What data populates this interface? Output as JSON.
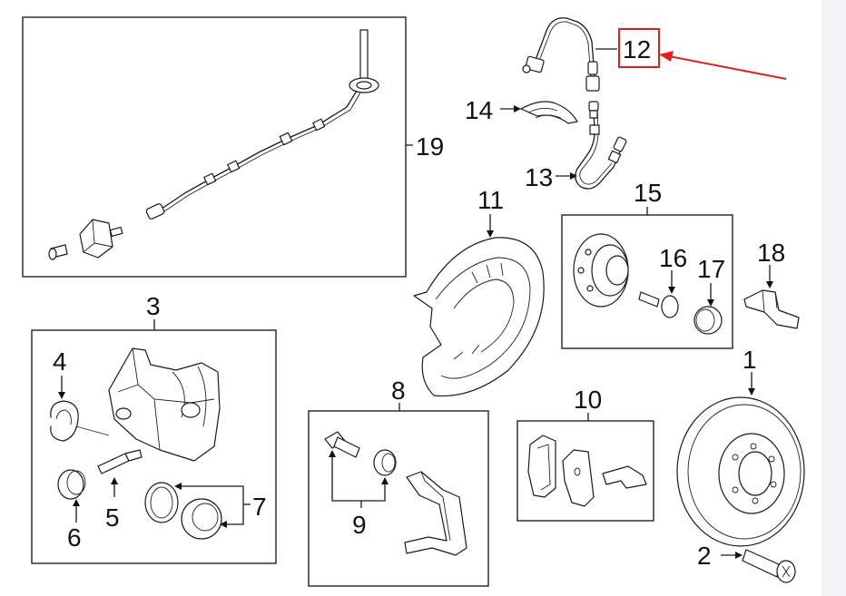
{
  "diagram": {
    "callouts": [
      {
        "id": "1",
        "text": "1"
      },
      {
        "id": "2",
        "text": "2"
      },
      {
        "id": "3",
        "text": "3"
      },
      {
        "id": "4",
        "text": "4"
      },
      {
        "id": "5",
        "text": "5"
      },
      {
        "id": "6",
        "text": "6"
      },
      {
        "id": "7",
        "text": "7"
      },
      {
        "id": "8",
        "text": "8"
      },
      {
        "id": "9",
        "text": "9"
      },
      {
        "id": "10",
        "text": "10"
      },
      {
        "id": "11",
        "text": "11"
      },
      {
        "id": "12",
        "text": "12"
      },
      {
        "id": "13",
        "text": "13"
      },
      {
        "id": "14",
        "text": "14"
      },
      {
        "id": "15",
        "text": "15"
      },
      {
        "id": "16",
        "text": "16"
      },
      {
        "id": "17",
        "text": "17"
      },
      {
        "id": "18",
        "text": "18"
      },
      {
        "id": "19",
        "text": "19"
      }
    ],
    "highlighted_callout": "12",
    "highlight_color": "#e0201c"
  }
}
